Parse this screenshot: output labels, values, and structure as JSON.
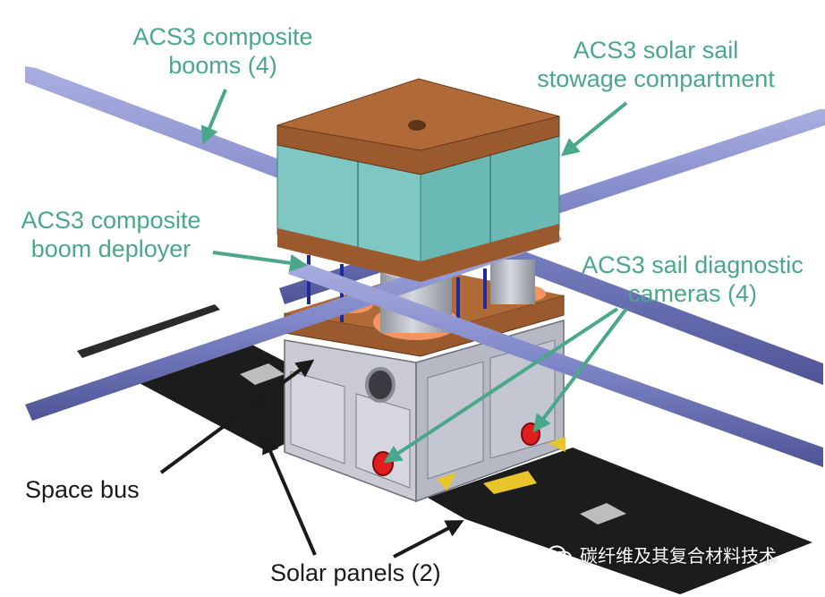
{
  "labels": {
    "booms": [
      "ACS3 composite",
      "booms (4)"
    ],
    "stowage": [
      "ACS3 solar sail",
      "stowage compartment"
    ],
    "deployer": [
      "ACS3 composite",
      "boom deployer"
    ],
    "cameras": [
      "ACS3 sail diagnostic",
      "cameras (4)"
    ],
    "space_bus": "Space bus",
    "solar_panels": "Solar panels (2)"
  },
  "watermark": {
    "text": "碳纤维及其复合材料技术",
    "icon": "wechat-icon"
  },
  "colors": {
    "label_teal": "#4aa88a",
    "arrow_teal": "#4aa88a",
    "boom": "#7f86c8",
    "compartment": "#7ec7c2",
    "plate": "#9a5a2e",
    "bus": "#c8c9d4",
    "panel": "#1c1c1c",
    "camera": "#e01e1e"
  }
}
